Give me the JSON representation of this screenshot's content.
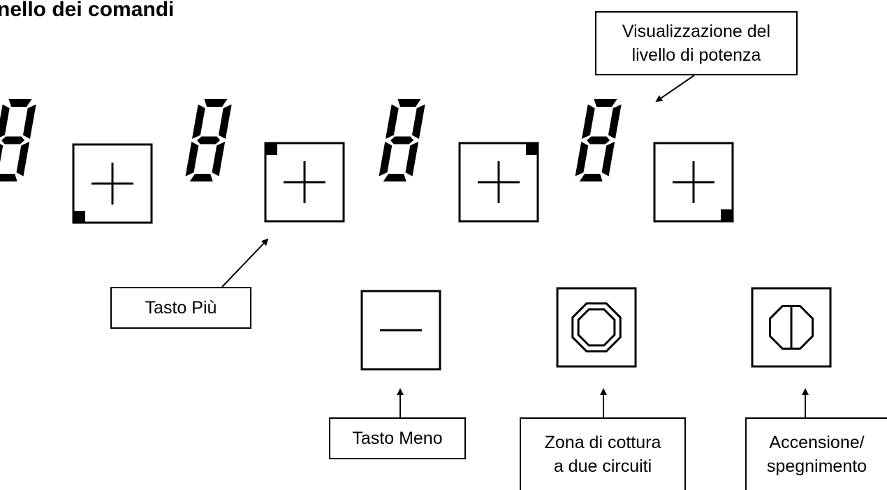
{
  "title": "nello dei comandi",
  "zones": [
    {
      "digit": "8",
      "key_symbol": "+",
      "indicator_corner": "bottom-left"
    },
    {
      "digit": "8",
      "key_symbol": "+",
      "indicator_corner": "top-left"
    },
    {
      "digit": "8",
      "key_symbol": "+",
      "indicator_corner": "top-right"
    },
    {
      "digit": "8",
      "key_symbol": "+",
      "indicator_corner": "bottom-right"
    }
  ],
  "keys": {
    "minus": {
      "symbol": "minus"
    },
    "dual_circuit": {
      "symbol": "double-octagon"
    },
    "on_off": {
      "symbol": "octagon-with-bar"
    }
  },
  "callouts": {
    "power_level": [
      "Visualizzazione del",
      "livello di potenza"
    ],
    "plus_key": [
      "Tasto Più"
    ],
    "minus_key": [
      "Tasto Meno"
    ],
    "dual_circuit": [
      "Zona di cottura",
      "a due circuiti"
    ],
    "on_off": [
      "Accensione/",
      "spegnimento"
    ]
  },
  "colors": {
    "ink": "#000000",
    "background": "#ffffff"
  }
}
